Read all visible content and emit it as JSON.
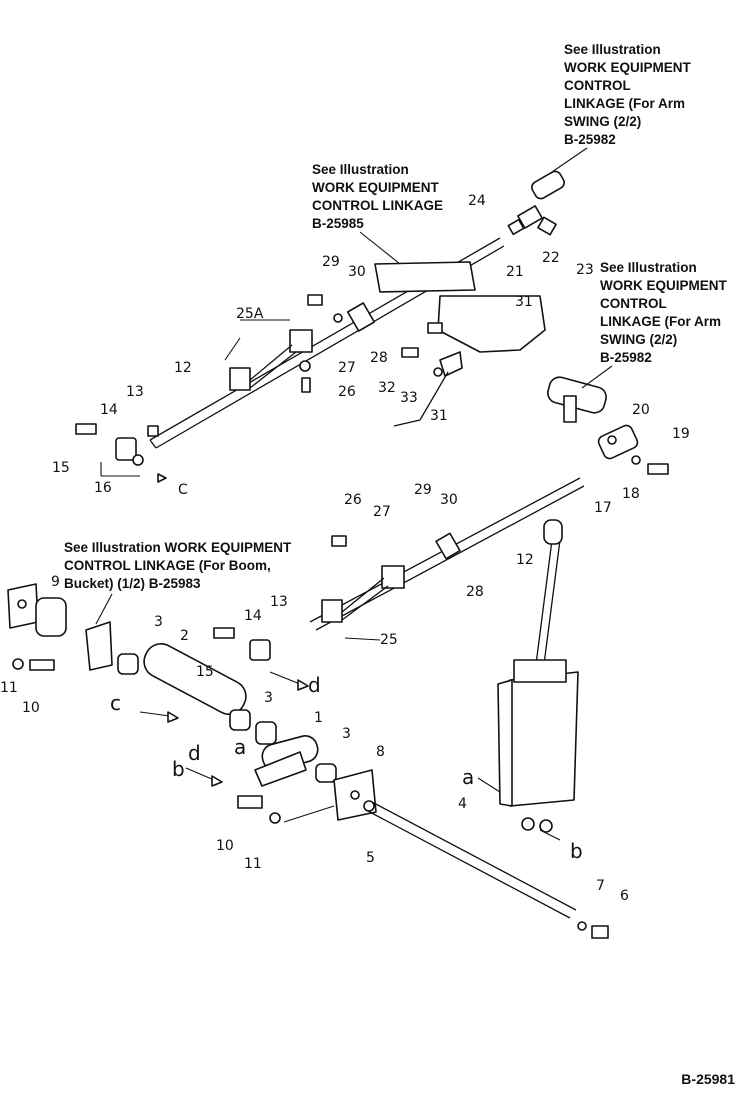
{
  "figure_number": "B-25981",
  "notes": [
    {
      "id": "note-top-right",
      "text": "See Illustration\nWORK EQUIPMENT\nCONTROL\nLINKAGE (For Arm\nSWING (2/2)\nB-25982"
    },
    {
      "id": "note-upper-middle",
      "text": "See Illustration\nWORK EQUIPMENT\nCONTROL LINKAGE\nB-25985"
    },
    {
      "id": "note-right-middle",
      "text": "See Illustration\nWORK EQUIPMENT\nCONTROL\nLINKAGE (For Arm\nSWING (2/2)\nB-25982"
    },
    {
      "id": "note-left-middle",
      "text": "See Illustration WORK EQUIPMENT\nCONTROL LINKAGE (For Boom,\nBucket) (1/2) B-25983"
    }
  ],
  "callouts": [
    {
      "id": "c24",
      "text": "24"
    },
    {
      "id": "c21",
      "text": "21"
    },
    {
      "id": "c22",
      "text": "22"
    },
    {
      "id": "c23",
      "text": "23"
    },
    {
      "id": "c29a",
      "text": "29"
    },
    {
      "id": "c30a",
      "text": "30"
    },
    {
      "id": "c25A",
      "text": "25A"
    },
    {
      "id": "c31a",
      "text": "31"
    },
    {
      "id": "c12a",
      "text": "12"
    },
    {
      "id": "c27a",
      "text": "27"
    },
    {
      "id": "c26a",
      "text": "26"
    },
    {
      "id": "c28a",
      "text": "28"
    },
    {
      "id": "c32",
      "text": "32"
    },
    {
      "id": "c33",
      "text": "33"
    },
    {
      "id": "c31b",
      "text": "31"
    },
    {
      "id": "c13a",
      "text": "13"
    },
    {
      "id": "c14a",
      "text": "14"
    },
    {
      "id": "c15a",
      "text": "15"
    },
    {
      "id": "c16",
      "text": "16"
    },
    {
      "id": "cC",
      "text": "C"
    },
    {
      "id": "c20",
      "text": "20"
    },
    {
      "id": "c19",
      "text": "19"
    },
    {
      "id": "c18",
      "text": "18"
    },
    {
      "id": "c17",
      "text": "17"
    },
    {
      "id": "c26b",
      "text": "26"
    },
    {
      "id": "c29b",
      "text": "29"
    },
    {
      "id": "c30b",
      "text": "30"
    },
    {
      "id": "c27b",
      "text": "27"
    },
    {
      "id": "c12b",
      "text": "12"
    },
    {
      "id": "c28b",
      "text": "28"
    },
    {
      "id": "c9",
      "text": "9"
    },
    {
      "id": "c3a",
      "text": "3"
    },
    {
      "id": "c2",
      "text": "2"
    },
    {
      "id": "c14b",
      "text": "14"
    },
    {
      "id": "c13b",
      "text": "13"
    },
    {
      "id": "c15b",
      "text": "15"
    },
    {
      "id": "c25",
      "text": "25"
    },
    {
      "id": "cd",
      "text": "d"
    },
    {
      "id": "c11a",
      "text": "11"
    },
    {
      "id": "c10a",
      "text": "10"
    },
    {
      "id": "cc",
      "text": "c"
    },
    {
      "id": "c3b",
      "text": "3"
    },
    {
      "id": "ca1",
      "text": "a"
    },
    {
      "id": "cd2",
      "text": "d"
    },
    {
      "id": "c1",
      "text": "1"
    },
    {
      "id": "c3c",
      "text": "3"
    },
    {
      "id": "cb1",
      "text": "b"
    },
    {
      "id": "c8",
      "text": "8"
    },
    {
      "id": "c4",
      "text": "4"
    },
    {
      "id": "ca2",
      "text": "a"
    },
    {
      "id": "cb2",
      "text": "b"
    },
    {
      "id": "c10b",
      "text": "10"
    },
    {
      "id": "c11b",
      "text": "11"
    },
    {
      "id": "c5",
      "text": "5"
    },
    {
      "id": "c7",
      "text": "7"
    },
    {
      "id": "c6",
      "text": "6"
    }
  ]
}
